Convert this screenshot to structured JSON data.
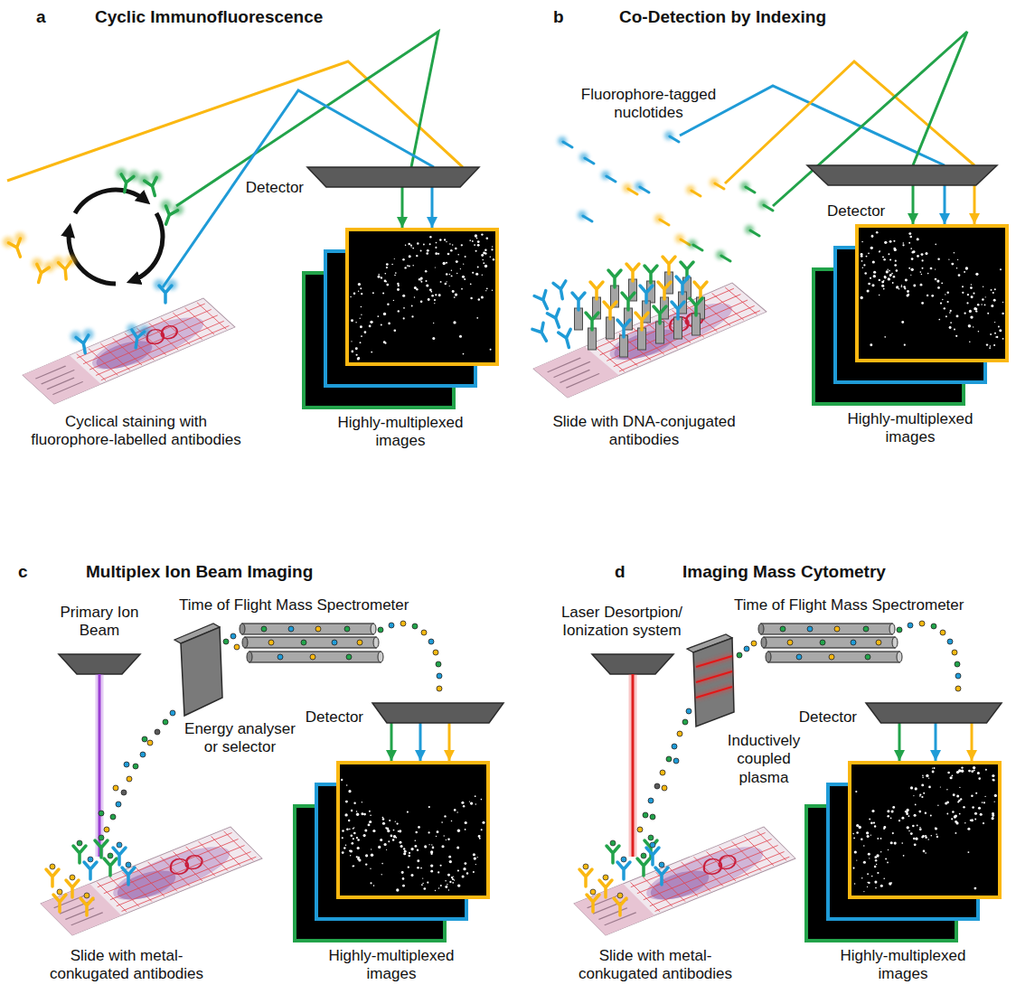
{
  "diagram": {
    "nodes": [
      {
        "text": [
          "Detector"
        ]
      },
      {
        "text": [
          "Highly-multiplexed images"
        ]
      },
      {
        "text": [
          "Detector"
        ]
      },
      {
        "text": [
          "Highly-multiplexed images"
        ]
      },
      {
        "text": [
          "Detector"
        ]
      },
      {
        "text": [
          "Highly-multiplexed images"
        ]
      },
      {
        "text": [
          "Detector"
        ]
      },
      {
        "text": [
          "Highly-multiplexed images"
        ]
      }
    ],
    "edges": [
      {
        "from": 0,
        "to": 1,
        "arrow": "to"
      },
      {
        "from": 0,
        "to": 1,
        "arrow": "to"
      },
      {
        "from": 2,
        "to": 3,
        "arrow": "to"
      },
      {
        "from": 2,
        "to": 3,
        "arrow": "to"
      },
      {
        "from": 2,
        "to": 3,
        "arrow": "to"
      },
      {
        "from": 4,
        "to": 5,
        "arrow": "to"
      },
      {
        "from": 4,
        "to": 5,
        "arrow": "to"
      },
      {
        "from": 4,
        "to": 5,
        "arrow": "to"
      },
      {
        "from": 6,
        "to": 7,
        "arrow": "to"
      },
      {
        "from": 6,
        "to": 7,
        "arrow": "to"
      },
      {
        "from": 6,
        "to": 7,
        "arrow": "to"
      }
    ],
    "labels": [
      "a",
      "Cyclic Immunofluorescence",
      "Cyclical staining with fluorophore-labelled antibodies",
      "b",
      "Co-Detection by Indexing",
      "Fluorophore-tagged nuclotides",
      "Slide with DNA-conjugated antibodies",
      "c",
      "Multiplex Ion Beam Imaging",
      "Primary Ion Beam",
      "Time of Flight Mass Spectrometer",
      "Energy analyser or selector",
      "Slide with metal-conkugated antibodies",
      "d",
      "Imaging Mass Cytometry",
      "Laser Desortpion/ Ionization system",
      "Time of Flight Mass Spectrometer",
      "Inductively coupled plasma",
      "Slide with metal-conkugated antibodies"
    ]
  }
}
